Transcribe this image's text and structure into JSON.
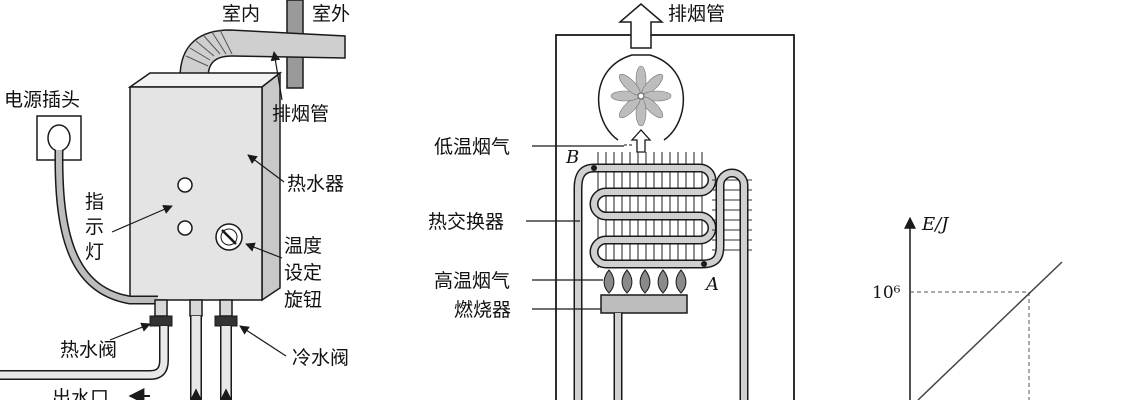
{
  "heater": {
    "indoor": "室内",
    "outdoor": "室外",
    "power_plug": "电源插头",
    "exhaust_pipe": "排烟管",
    "indicator_light": [
      "指",
      "示",
      "灯"
    ],
    "water_heater": "热水器",
    "temp_knob": [
      "温度",
      "设定",
      "旋钮"
    ],
    "hot_valve": "热水阀",
    "cold_valve": "冷水阀",
    "outlet": "出水口"
  },
  "internal": {
    "exhaust_pipe": "排烟管",
    "low_temp_gas": "低温烟气",
    "heat_exchanger": "热交换器",
    "high_temp_gas": "高温烟气",
    "burner": "燃烧器",
    "point_a": "A",
    "point_b": "B"
  },
  "graph": {
    "y_axis_label": "E/J",
    "y_tick": "10⁶"
  },
  "colors": {
    "stroke": "#1a1a1a",
    "pipe_fill": "#bdbdbd",
    "body_fill": "#e4e4e4",
    "flame_fill": "#8a8a8a"
  }
}
